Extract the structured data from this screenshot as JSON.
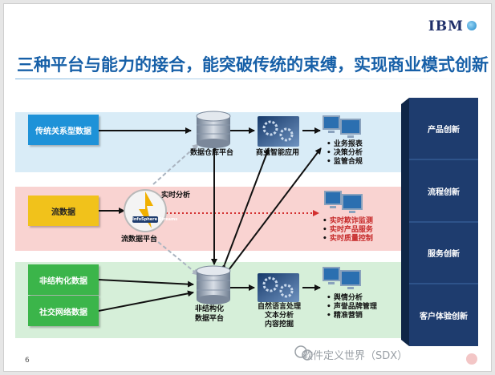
{
  "header": {
    "brand": "IBM",
    "title": "三种平台与能力的接合，能突破传统的束缚，实现商业模式创新"
  },
  "sources": {
    "relational": "传统关系型数据",
    "stream": "流数据",
    "unstructured": "非结构化数据",
    "social": "社交网络数据"
  },
  "nodes": {
    "warehouse": "数据仓库平台",
    "bi": "商业智能应用",
    "stream_platform": "流数据平台",
    "stream_logo": "InfoSphere Streams",
    "realtime": "实时分析",
    "unstruct_platform_line1": "非结构化",
    "unstruct_platform_line2": "数据平台"
  },
  "lists": {
    "top": [
      "业务报表",
      "决策分析",
      "监管合规"
    ],
    "middle": [
      "实时欺诈监测",
      "实时产品服务",
      "实时质量控制"
    ],
    "nlp": [
      "自然语言处理",
      "文本分析",
      "内容挖掘"
    ],
    "bottom": [
      "舆情分析",
      "声誉品牌管理",
      "精准营销"
    ]
  },
  "pillar": [
    "产品创新",
    "流程创新",
    "服务创新",
    "客户体验创新"
  ],
  "footer": {
    "page_number": "6",
    "watermark": "软件定义世界（SDX）"
  },
  "colors": {
    "title": "#1760a8",
    "band_blue": "#d9ecf7",
    "band_red": "#f9d3d1",
    "band_green": "#d6efd9",
    "pillar": "#1e3c6e",
    "realtime_arrow": "#d32f2f"
  }
}
